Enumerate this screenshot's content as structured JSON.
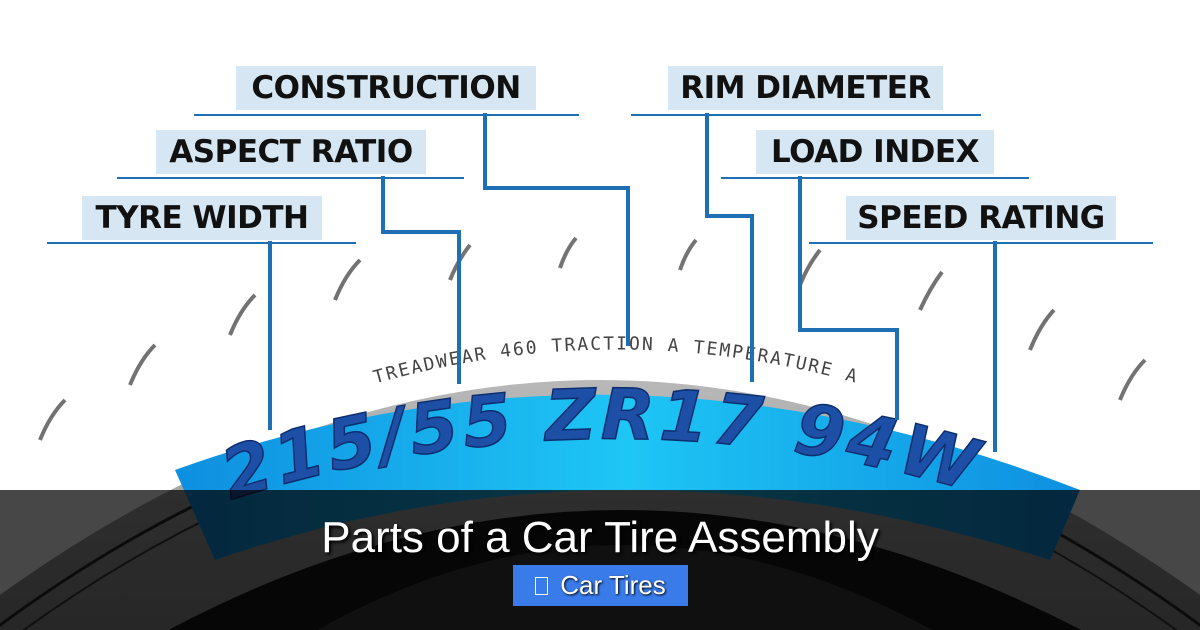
{
  "image": {
    "subject": "tire-sidewall-diagram",
    "labels": {
      "construction": "CONSTRUCTION",
      "aspect_ratio": "ASPECT RATIO",
      "tyre_width": "TYRE WIDTH",
      "rim_diameter": "RIM DIAMETER",
      "load_index": "LOAD INDEX",
      "speed_rating": "SPEED RATING"
    },
    "sidewall_text": {
      "treadwear": "TREADWEAR 460",
      "traction": "TRACTION A",
      "temperature": "TEMPERATURE A",
      "size_code": "215/55 ZR17 94W"
    },
    "colors": {
      "label_bg": "#d6e6f2",
      "leader_line": "#1f6fb5",
      "highlight_band": "#1ec0f2",
      "tire_gray": "#9a9a9a"
    }
  },
  "caption": {
    "title": "Parts of a Car Tire Assembly",
    "category_tag": "Car Tires",
    "tag_color": "#3a7bea"
  }
}
